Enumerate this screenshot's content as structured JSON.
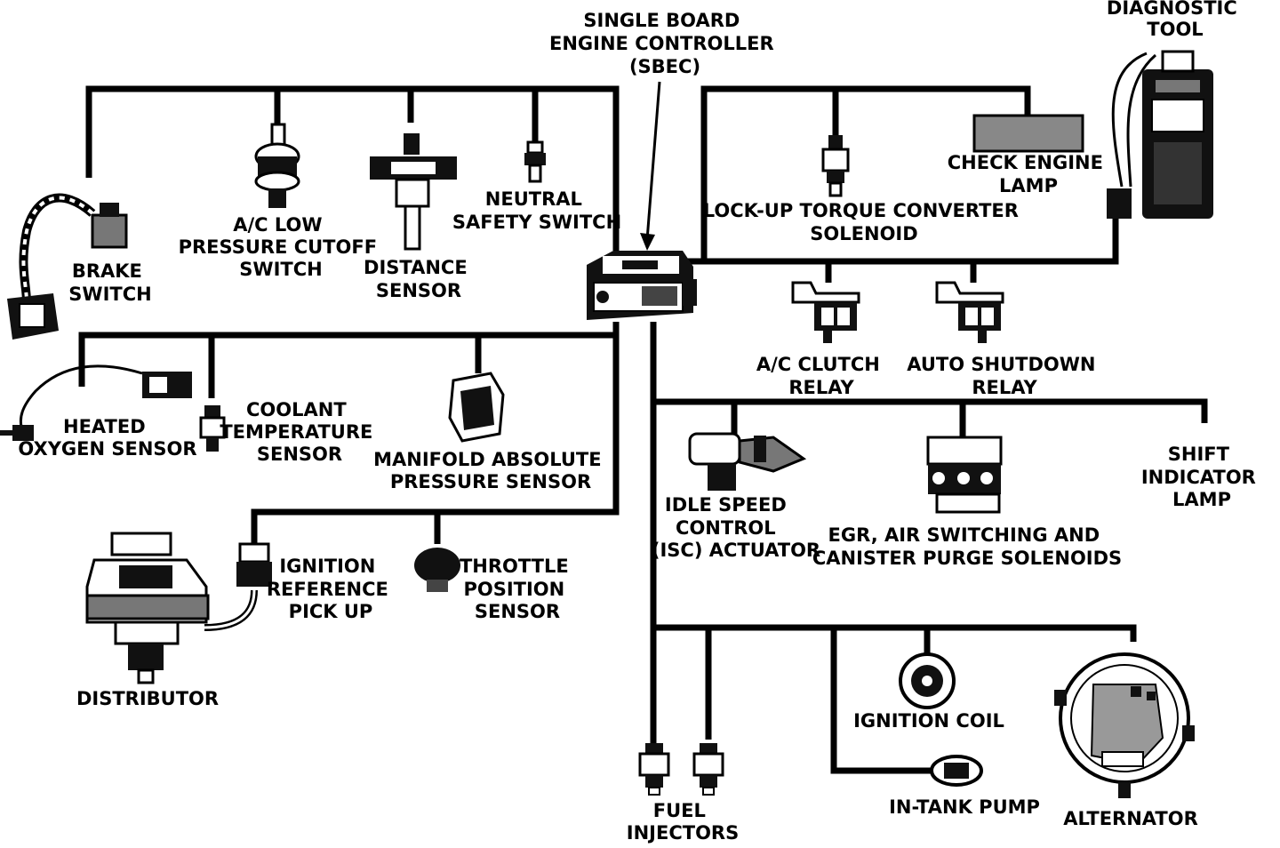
{
  "labels": {
    "sbec": [
      "SINGLE BOARD",
      "ENGINE CONTROLLER",
      "(SBEC)"
    ],
    "diag": [
      "DIAGNOSTIC",
      "TOOL"
    ],
    "brake": [
      "BRAKE",
      "SWITCH"
    ],
    "aclow": [
      "A/C LOW",
      "PRESSURE CUTOFF",
      "SWITCH"
    ],
    "distance": [
      "DISTANCE",
      "SENSOR"
    ],
    "neutral": [
      "NEUTRAL",
      "SAFETY SWITCH"
    ],
    "lockup": [
      "LOCK-UP TORQUE CONVERTER",
      "SOLENOID"
    ],
    "checkeng": [
      "CHECK ENGINE",
      "LAMP"
    ],
    "acclutch": [
      "A/C CLUTCH",
      "RELAY"
    ],
    "autoshut": [
      "AUTO SHUTDOWN",
      "RELAY"
    ],
    "heated": [
      "HEATED",
      "OXYGEN SENSOR"
    ],
    "coolant": [
      "COOLANT",
      "TEMPERATURE",
      "SENSOR"
    ],
    "map": [
      "MANIFOLD ABSOLUTE",
      "PRESSURE SENSOR"
    ],
    "isc": [
      "IDLE SPEED",
      "CONTROL",
      "(ISC) ACTUATOR"
    ],
    "egr": [
      "EGR, AIR SWITCHING AND",
      "CANISTER PURGE SOLENOIDS"
    ],
    "shift": [
      "SHIFT",
      "INDICATOR",
      "LAMP"
    ],
    "ignref": [
      "IGNITION",
      "REFERENCE",
      "PICK UP"
    ],
    "throttle": [
      "THROTTLE",
      "POSITION",
      "SENSOR"
    ],
    "distributor": [
      "DISTRIBUTOR"
    ],
    "igncoil": [
      "IGNITION COIL"
    ],
    "intank": [
      "IN-TANK PUMP"
    ],
    "fuelinj": [
      "FUEL",
      "INJECTORS"
    ],
    "alternator": [
      "ALTERNATOR"
    ]
  }
}
